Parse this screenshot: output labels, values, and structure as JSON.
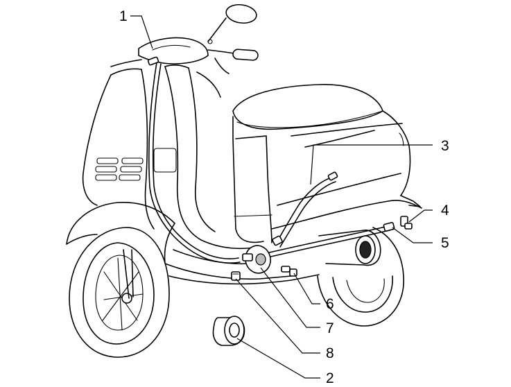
{
  "callouts": [
    {
      "label": "1",
      "part": "speedometer-cable"
    },
    {
      "label": "2",
      "part": "rubber-ring"
    },
    {
      "label": "3",
      "part": "transmission-cable"
    },
    {
      "label": "4",
      "part": "screw"
    },
    {
      "label": "5",
      "part": "rear-cable"
    },
    {
      "label": "6",
      "part": "screw"
    },
    {
      "label": "7",
      "part": "speedometer-drive"
    },
    {
      "label": "8",
      "part": "clip"
    }
  ],
  "colors": {
    "line": "#000000",
    "background": "#ffffff"
  }
}
